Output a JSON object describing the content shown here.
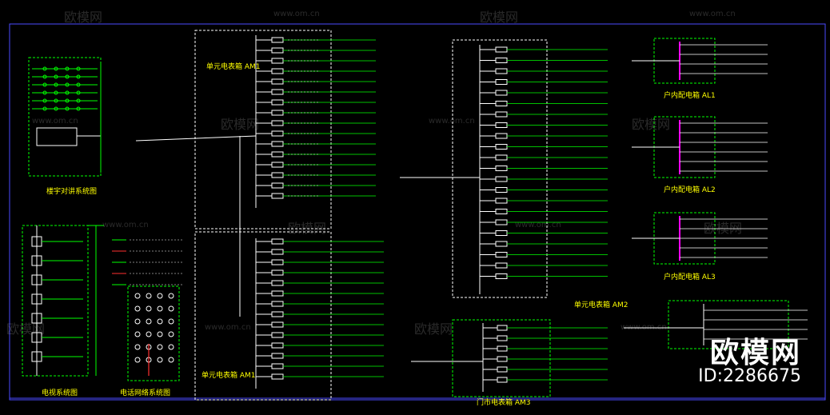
{
  "titles": {
    "building_intercom": "楼宇对讲系统图",
    "tv_system": "电视系统图",
    "phone_network": "电话网络系统图",
    "am1_top": "单元电表箱 AM1",
    "am1_bottom": "单元电表箱 AM1",
    "am2": "单元电表箱 AM2",
    "am3": "门市电表箱 AM3",
    "al1": "户内配电箱 AL1",
    "al2": "户内配电箱 AL2",
    "al3": "户内配电箱 AL3"
  },
  "watermark": {
    "brand": "欧模网",
    "url": "www.om.cn",
    "id": "ID:2286675"
  },
  "colors": {
    "background": "#000000",
    "wire_green": "#00ff00",
    "wire_white": "#ffffff",
    "wire_red": "#ff3030",
    "bus_magenta": "#ff00ff",
    "title_yellow": "#ffff00",
    "frame_blue": "#4a4aff"
  }
}
